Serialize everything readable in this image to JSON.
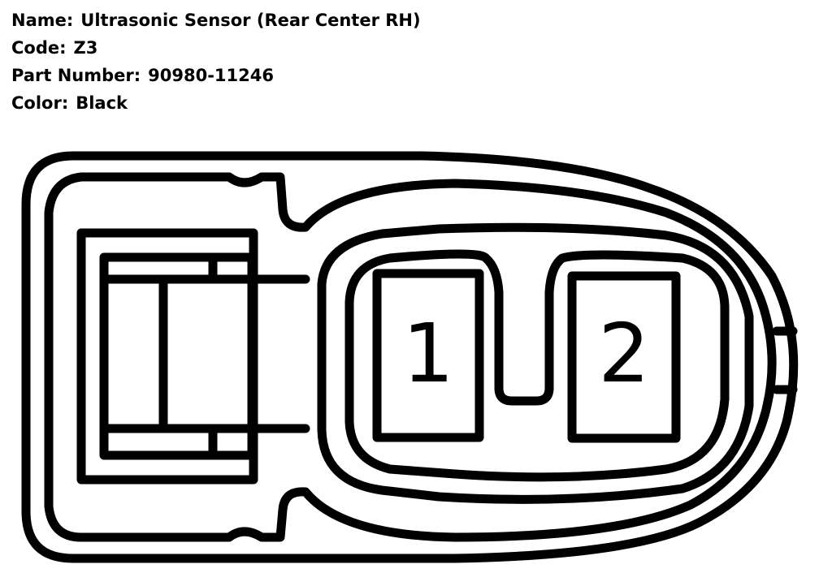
{
  "info": {
    "name_label": "Name:",
    "name_value": "Ultrasonic Sensor (Rear Center RH)",
    "code_label": "Code:",
    "code_value": "Z3",
    "part_label": "Part Number:",
    "part_value": "90980-11246",
    "color_label": "Color:",
    "color_value": "Black"
  },
  "connector": {
    "pins": [
      {
        "label": "1"
      },
      {
        "label": "2"
      }
    ],
    "line_color": "#000000",
    "fill_color": "#ffffff"
  }
}
